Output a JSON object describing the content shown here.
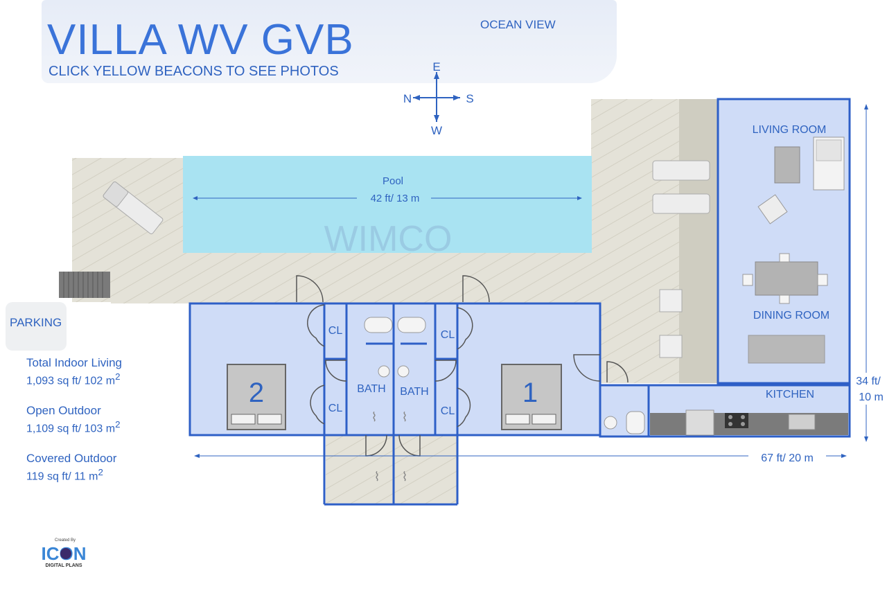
{
  "header": {
    "title": "VILLA WV GVB",
    "subtitle": "CLICK YELLOW BEACONS TO SEE PHOTOS",
    "ocean_view": "OCEAN VIEW"
  },
  "compass": {
    "north": "N",
    "east": "E",
    "south": "S",
    "west": "W"
  },
  "rooms": {
    "pool": "Pool",
    "pool_length": "42 ft/ 13 m",
    "living_room": "LIVING ROOM",
    "dining_room": "DINING ROOM",
    "kitchen": "KITCHEN",
    "bath_left": "BATH",
    "bath_right": "BATH",
    "closet_1": "CL",
    "closet_2": "CL",
    "closet_3": "CL",
    "closet_4": "CL",
    "bedroom_2": "2",
    "bedroom_1": "1",
    "parking": "PARKING"
  },
  "dimensions": {
    "width": "67 ft/ 20 m",
    "depth_1": "34 ft/",
    "depth_2": "10 m"
  },
  "watermark": "WIMCO",
  "stats": [
    {
      "label": "Total Indoor Living",
      "value": "1,093 sq ft/ 102 m",
      "unit_sup": "2"
    },
    {
      "label": "Open Outdoor",
      "value": "1,109 sq ft/ 103 m",
      "unit_sup": "2"
    },
    {
      "label": "Covered Outdoor",
      "value": "119 sq ft/ 11 m",
      "unit_sup": "2"
    }
  ],
  "logo": {
    "created_by": "Created By",
    "brand": "ICON",
    "sub": "DIGITAL PLANS"
  },
  "colors": {
    "wall": "#2e5fc7",
    "room_fill": "#cfdcf7",
    "pool": "#a9e3f2",
    "deck": "#e3e1d6",
    "text": "#2f63c0"
  }
}
